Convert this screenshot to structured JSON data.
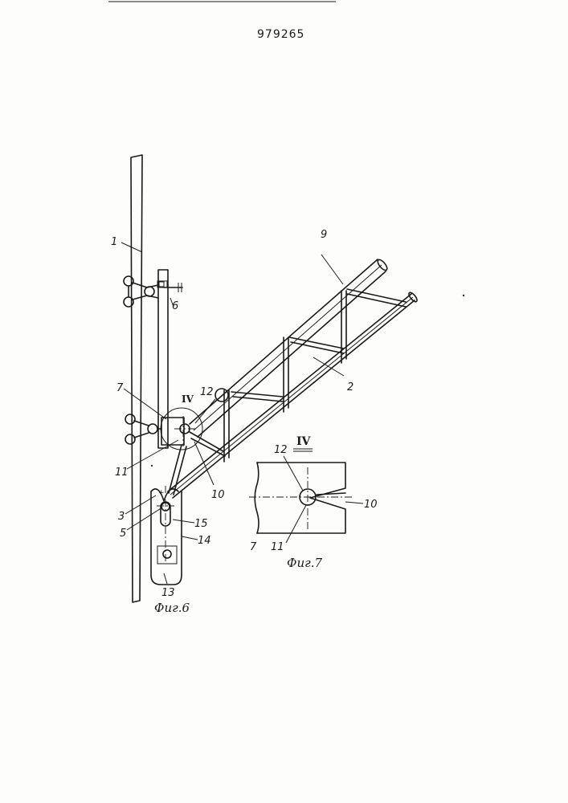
{
  "patent_number": "979265",
  "figure6": {
    "caption": "Фиг.6",
    "labels": {
      "l1": "1",
      "l2": "2",
      "l3": "3",
      "l5": "5",
      "l6": "6",
      "l7": "7",
      "l9": "9",
      "l10": "10",
      "l11": "11",
      "l12": "12",
      "l13": "13",
      "l14": "14",
      "l15": "15",
      "detail": "IV"
    }
  },
  "figure7": {
    "caption": "Фиг.7",
    "title": "IV",
    "labels": {
      "l7": "7",
      "l10": "10",
      "l11": "11",
      "l12": "12"
    }
  }
}
